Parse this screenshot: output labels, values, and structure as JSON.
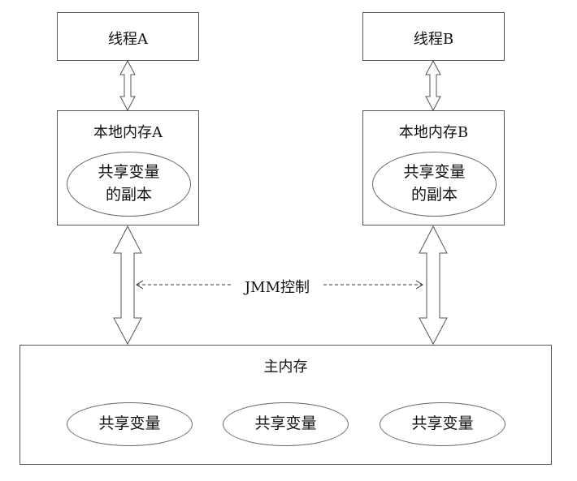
{
  "thread_a": {
    "label": "线程A"
  },
  "thread_b": {
    "label": "线程B"
  },
  "local_a": {
    "title": "本地内存A",
    "copy_line1": "共享变量",
    "copy_line2": "的副本"
  },
  "local_b": {
    "title": "本地内存B",
    "copy_line1": "共享变量",
    "copy_line2": "的副本"
  },
  "jmm_label": "JMM控制",
  "main_memory": {
    "title": "主内存",
    "shared_vars": [
      "共享变量",
      "共享变量",
      "共享变量"
    ]
  }
}
